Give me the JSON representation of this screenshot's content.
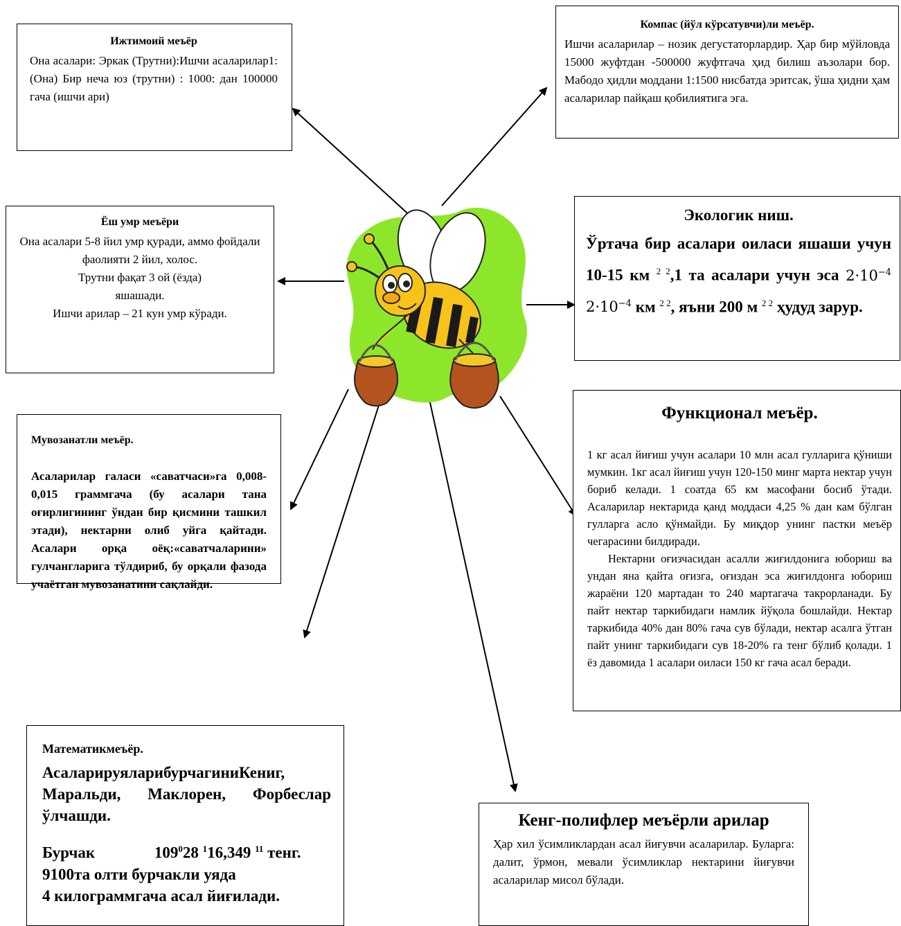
{
  "social": {
    "title": "Ижтимоий меъёр",
    "text": "Она асалари: Эркак (Трутни):Ишчи асаларилар1: (Она) Бир неча юз (трутни) : 1000: дан 100000 гача (ишчи ари)"
  },
  "compass": {
    "title": "Компас (йўл кўрсатувчи)ли меъёр.",
    "text": "Ишчи асаларилар – нозик дегустаторлардир. Ҳар бир мўйловда 15000 жуфтдан -500000 жуфтгача ҳид билиш аъзолари бор. Мабодо ҳидли моддани 1:1500 нисбатда эритсак, ўша ҳидни ҳам асаларилар пайқаш қобилиятига эга."
  },
  "age": {
    "title": "Ёш умр меъёри",
    "line1": "Она асалари 5-8 йил умр қуради, аммо фойдали фаолияти 2 йил, холос.",
    "line2": "Трутни фақат 3 ой (ёзда) яшашади.",
    "line3": "Ишчи арилар – 21 кун умр кўради."
  },
  "eco": {
    "title": "Экологик ниш.",
    "t1": "Ўртача бир асалари оиласи яшаши учун 10-15 км",
    "sup1": "2 2",
    "t2": ",1 та асалари учун эса",
    "math1": "2·10",
    "exp": "−4",
    "math2": "2·10",
    "t3": "км",
    "sup2": "2 2",
    "t4": ", яъни 200 м",
    "sup3": "2 2",
    "t5": "ҳудуд зарур."
  },
  "balance": {
    "title": "Мувозанатли меъёр.",
    "text": "Асаларилар галаси «саватчаси»га 0,008-0,015 граммгача (бу асалари тана оғирлигининг ўндан бир қисмини ташкил этади), нектарни олиб уйга қайтади. Асалари орқа оёқ:«саватчаларини» гулчангларига тўлдириб, бу орқали фазода учаётган мувозанатини сақлайди."
  },
  "func": {
    "title": "Функционал меъёр.",
    "p1": "1 кг асал йиғиш учун асалари 10 млн асал гулларига қўниши мумкин. 1кг асал йиғиш учун 120-150 минг марта нектар учун бориб келади. 1 соатда 65 км масофани босиб ўтади. Асаларилар нектарида қанд моддаси 4,25 % дан кам бўлган гулларга асло қўнмайди. Бу миқдор унинг пастки меъёр чегарасини билдиради.",
    "p2": "Нектарни оғизчасидан асалли жиғилдонига юбориш ва ундан яна қайта оғизга, оғиздан эса жиғилдонга юбориш жараёни 120 мартадан то 240 мартагача такрорланади. Бу пайт нектар таркибидаги намлик йўқола бошлайди. Нектар таркибида 40% дан 80% гача сув бўлади, нектар асалга ўтган пайт унинг таркибидаги сув 18-20% га тенг бўлиб қолади. 1 ёз давомида 1 асалари оиласи 150 кг гача асал беради."
  },
  "math": {
    "title": "Математикмеъёр.",
    "text": "АсаларируяларибурчагиниКениг, Маральди, Маклорен, Форбеслар ўлчашди.",
    "angle_label": "Бурчак",
    "deg": "109",
    "deg_sup": "0",
    "min": "28",
    "min_sup": "1",
    "sec": "16,349",
    "sec_sup": "11",
    "angle_tail": "тенг.",
    "line2": "9100та олти бурчакли уяда",
    "line3": "4 килограммгача асал йиғилади."
  },
  "poly": {
    "title": "Кенг-полифлер меъёрли арилар",
    "text": "Ҳар хил ўсимликлардан асал йиғувчи асаларилар. Буларга: далит, ўрмон, мевали ўсимликлар нектарини йиғувчи асаларилар мисол бўлади."
  },
  "colors": {
    "splash": "#8ee62a",
    "bee_yellow": "#f7c21a",
    "bee_black": "#1a1a1a",
    "pot": "#b5531f",
    "honey": "#f3c62a"
  }
}
